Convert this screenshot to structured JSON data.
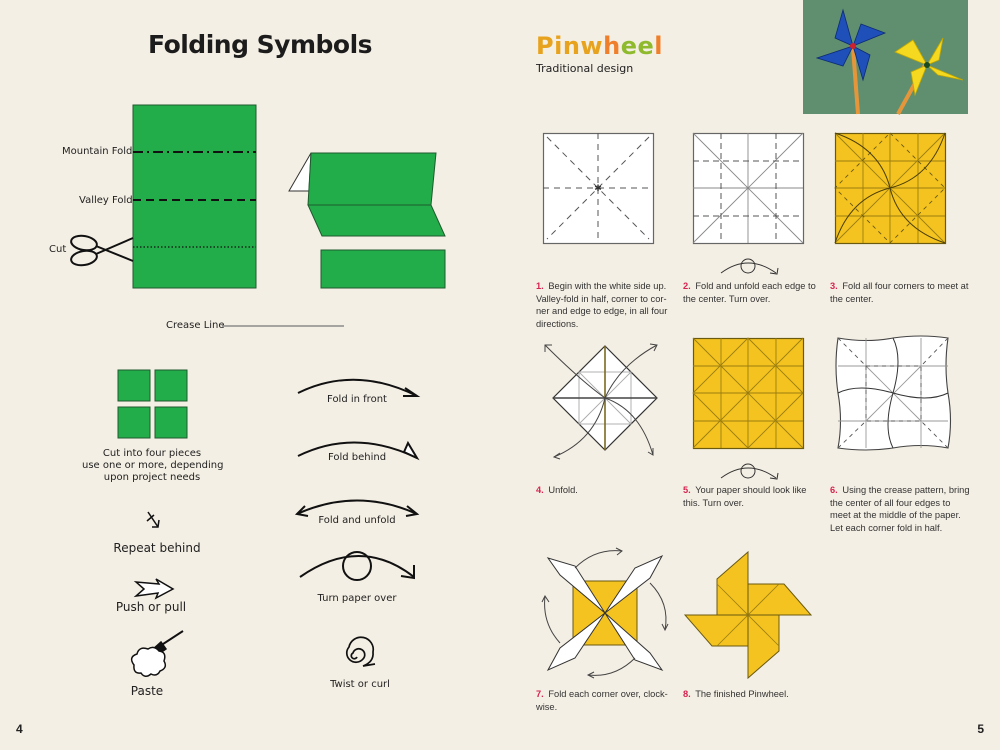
{
  "left_page": {
    "title": "Folding Symbols",
    "page_number": "4",
    "fold_labels": {
      "mountain": "Mountain Fold",
      "valley": "Valley Fold",
      "cut": "Cut"
    },
    "crease_line": "Crease Line",
    "cut_four": {
      "line1": "Cut into four pieces",
      "line2": "use one or more, depending",
      "line3": "upon project needs"
    },
    "symbols": {
      "repeat_behind": "Repeat behind",
      "push_or_pull": "Push or pull",
      "paste": "Paste",
      "fold_in_front": "Fold in front",
      "fold_behind": "Fold behind",
      "fold_and_unfold": "Fold and unfold",
      "turn_paper_over": "Turn paper over",
      "twist_or_curl": "Twist or curl"
    },
    "colors": {
      "paper_green": "#22ad4a",
      "background": "#f4efe4"
    }
  },
  "right_page": {
    "title": {
      "letters": [
        {
          "ch": "P",
          "color": "#e7a21e"
        },
        {
          "ch": "i",
          "color": "#e7a21e"
        },
        {
          "ch": "n",
          "color": "#e7a21e"
        },
        {
          "ch": "w",
          "color": "#e7a21e"
        },
        {
          "ch": "h",
          "color": "#ef7f2a"
        },
        {
          "ch": "e",
          "color": "#8fba2e"
        },
        {
          "ch": "e",
          "color": "#8fba2e"
        },
        {
          "ch": "l",
          "color": "#ef7f2a"
        }
      ],
      "text": "Pinwheel"
    },
    "subtitle": "Traditional design",
    "page_number": "5",
    "steps": [
      {
        "num": "1.",
        "text": "Begin with the white side up. Valley-fold in half, corner to cor-ner and edge to edge, in all four directions."
      },
      {
        "num": "2.",
        "text": "Fold and unfold each edge to the center. Turn over."
      },
      {
        "num": "3.",
        "text": "Fold all four corners to meet at the center."
      },
      {
        "num": "4.",
        "text": "Unfold."
      },
      {
        "num": "5.",
        "text": "Your paper should look like this. Turn over."
      },
      {
        "num": "6.",
        "text": "Using the crease pattern, bring the center of all four edges to meet at the middle of the paper. Let each corner fold in half."
      },
      {
        "num": "7.",
        "text": "Fold each corner over, clock-wise."
      },
      {
        "num": "8.",
        "text": "The finished Pinwheel."
      }
    ],
    "colors": {
      "step_number": "#d6234f",
      "paper_yellow": "#f4c320",
      "photo_bg": "#5f8f6f"
    }
  }
}
